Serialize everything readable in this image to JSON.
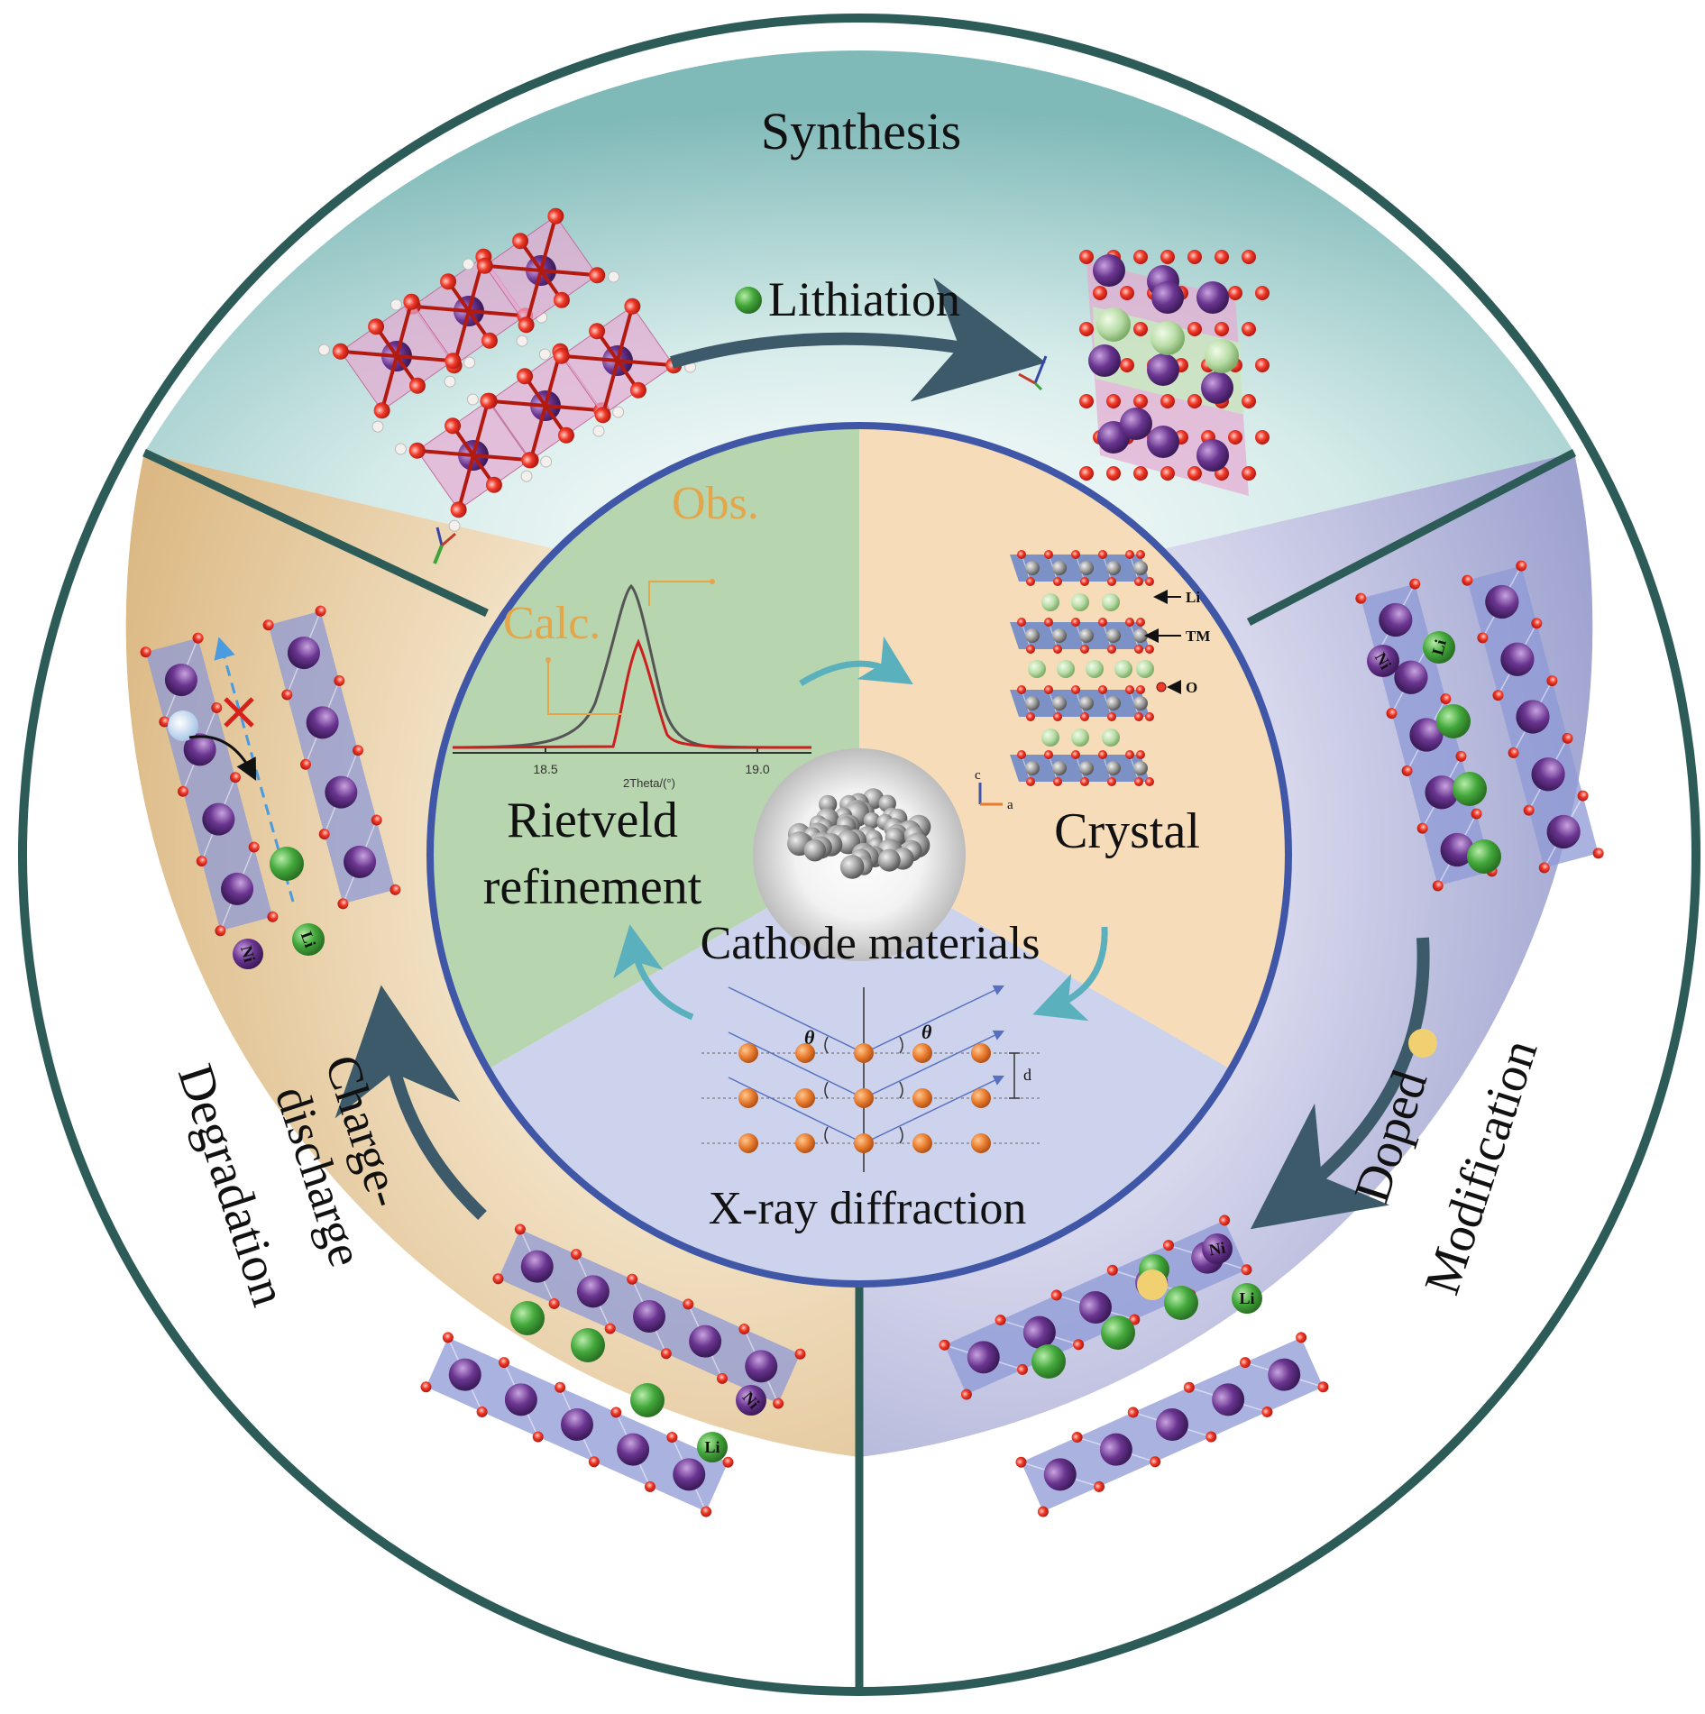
{
  "outer": {
    "top_title": "Synthesis",
    "top_arrow_label": "Lithiation",
    "right_title_a": "Doped",
    "right_title_b": "Modification",
    "left_title_a": "Charge-",
    "left_title_b": "discharge",
    "left_title_c": "Degradation"
  },
  "inner": {
    "center_label": "Cathode materials",
    "rietveld_a": "Rietveld",
    "rietveld_b": "refinement",
    "obs_label": "Obs.",
    "calc_label": "Calc.",
    "plot_xlabel": "2Theta/(°)",
    "plot_tick_1": "18.5",
    "plot_tick_2": "19.0",
    "crystal_label": "Crystal",
    "crystal_li": "Li",
    "crystal_tm": "TM",
    "crystal_o": "O",
    "crystal_axis_c": "c",
    "crystal_axis_a": "a",
    "xrd_label": "X-ray diffraction",
    "theta": "θ",
    "spacing": "d"
  },
  "atom_labels": {
    "ni": "Ni",
    "li": "Li"
  },
  "colors": {
    "ring_border": "#2c5b58",
    "inner_border": "#3f57a6",
    "synthesis_bg": "#8ec3c2",
    "doped_bg": "#aeb1d6",
    "degradation_bg": "#e3c59a",
    "rietveld_bg": "#b9d6b0",
    "crystal_bg": "#f6dcb8",
    "xrd_bg": "#cdd3ec",
    "arrow_dark": "#3c5a6a",
    "arrow_teal": "#5bb0bd",
    "ni_atom": "#6a3590",
    "li_atom": "#43a83b",
    "o_atom": "#e03a2a",
    "dopant": "#f1d072",
    "label_orange": "#e3a64a"
  }
}
